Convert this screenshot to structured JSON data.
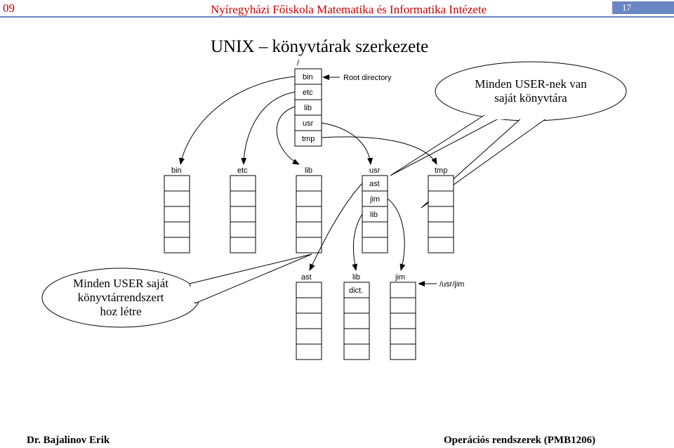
{
  "header": {
    "slide_number": "09",
    "institution": "Nyíregyházi Főiskola Matematika és Informatika Intézete",
    "page_number": "17"
  },
  "title": "UNIX – könyvtárak szerkezete",
  "diagram": {
    "root_label": "/",
    "root_entries": [
      "bin",
      "etc",
      "lib",
      "usr",
      "tmp"
    ],
    "root_annotation": "Root directory",
    "level2_labels": [
      "bin",
      "etc",
      "lib",
      "usr",
      "tmp"
    ],
    "usr_entries": [
      "ast",
      "jim",
      "lib"
    ],
    "level3_labels": [
      "ast",
      "lib",
      "jim"
    ],
    "lib_entry": "dict.",
    "jim_path": "/usr/jim"
  },
  "callouts": {
    "top_right": [
      "Minden USER-nek van",
      "saját könyvtára"
    ],
    "bottom_left": [
      "Minden USER saját",
      "könyvtárrendszert",
      "hoz létre"
    ]
  },
  "footer": {
    "author": "Dr. Bajalinov Erik",
    "course": "Operációs rendszerek (PMB1206)"
  }
}
